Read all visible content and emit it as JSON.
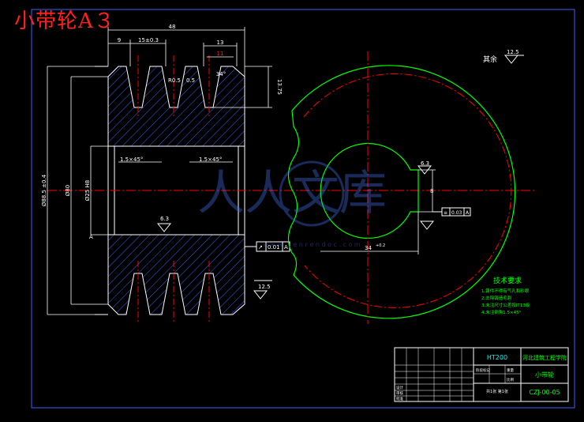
{
  "drawing": {
    "title": "小带轮A３",
    "watermark_text": "人人文库",
    "watermark_url": "w w w . r e n r e n d o c . c o m"
  },
  "dims": {
    "overall_width": "48",
    "left_offset": "9",
    "groove_pitch": "15±0.3",
    "groove_top": "13",
    "groove_inner": "11",
    "groove_angle": "34°",
    "groove_depth": "13.75",
    "groove_fillet": "0.5",
    "groove_r": "R0.5",
    "chamfer_left": "1.5×45°",
    "chamfer_right": "1.5×45°",
    "bore_dia": "Ø25 H8",
    "hub_dia": "Ø80",
    "outer_dia": "Ø88.5 ±0.4",
    "surface_bore": "6.3",
    "surface_key": "6.3",
    "surface_groove": "12.5",
    "runout_tol": "0.01",
    "runout_datum": "A",
    "keyway_width": "8",
    "keyway_depth": "34",
    "keyway_tol": "+0.2",
    "sym_tol": "0.03",
    "sym_datum": "A",
    "other_label": "其余",
    "other_rough": "12.5",
    "datum_label": "A"
  },
  "tech_requirements": {
    "heading": "技术要求",
    "items": [
      "1.铸件不得有气孔和砂眼",
      "2.去除铸造毛刺",
      "3.未注尺寸公差按IT13级",
      "4.未注倒角1.5×45°"
    ]
  },
  "title_block": {
    "material": "HT200",
    "school": "河北建筑工程学院",
    "part_name": "小带轮",
    "drawing_no": "CZJ-00-05",
    "scale_label": "比例",
    "sheet": "共1张 第1张",
    "designer": "设计",
    "checker": "审核",
    "approve": "批准",
    "stage_mark": "阶段标记",
    "weight": "重量"
  },
  "colors": {
    "outline": "#ffffff",
    "drawing": "#00ff00",
    "center": "#ff0000",
    "dimension": "#ffffff",
    "hatch": "#4060ff",
    "frame": "#ffff00",
    "text_red": "#ff2020",
    "green_text": "#00ff00",
    "cyan": "#00ffff",
    "magenta": "#ff00ff"
  }
}
